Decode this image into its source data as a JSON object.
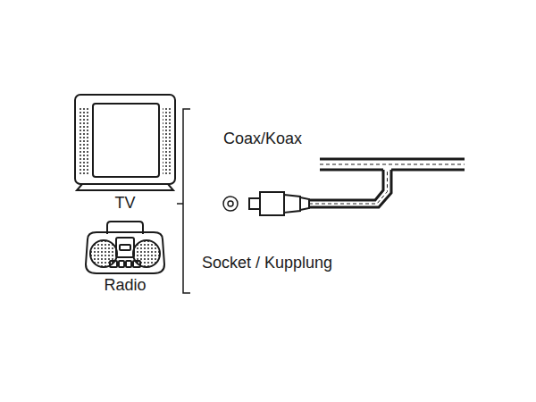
{
  "diagram": {
    "labels": [
      "Coax/Koax",
      "TV",
      "Radio",
      "Socket / Kupplung"
    ]
  }
}
